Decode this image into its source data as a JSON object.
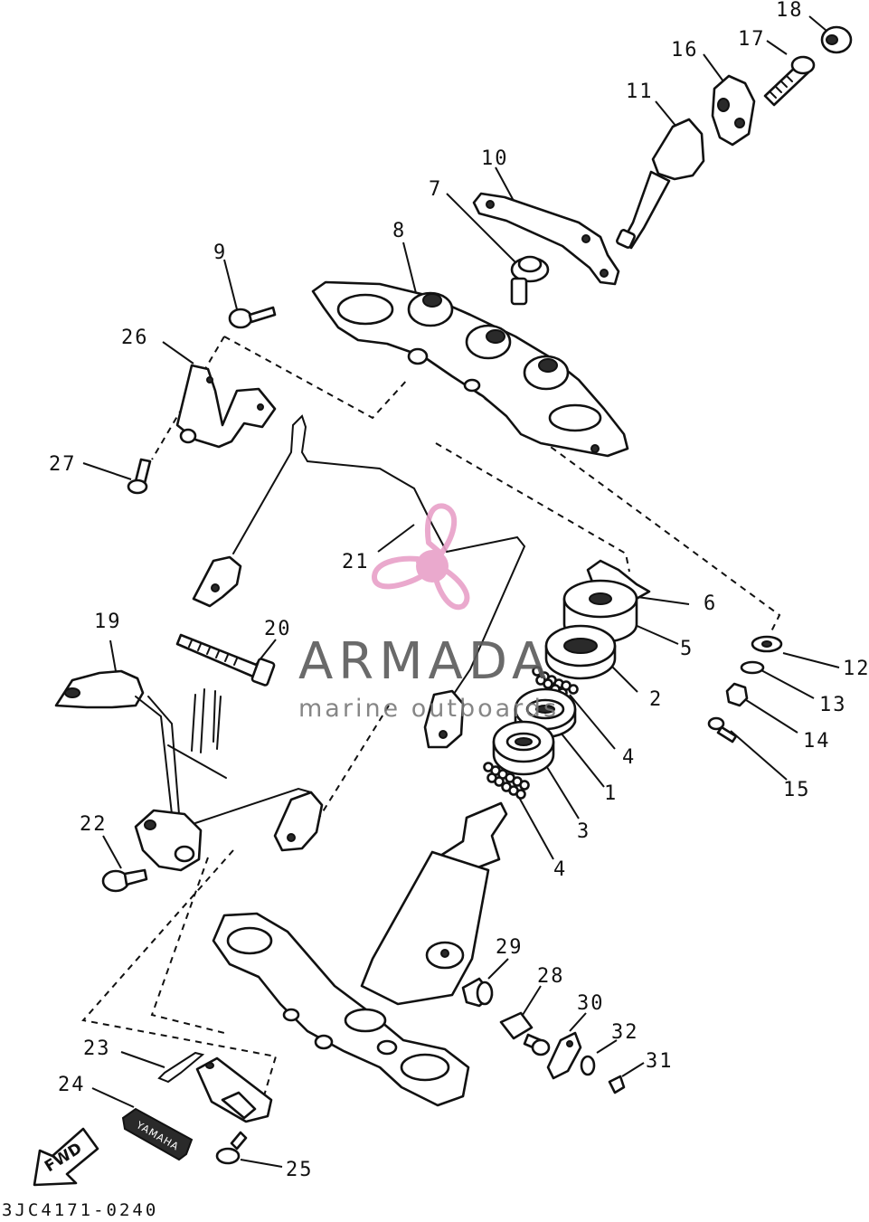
{
  "diagram_code": "3JC4171-0240",
  "watermark": {
    "brand": "ARMADA",
    "tagline": "marine outboards",
    "color": "#e8a0c8"
  },
  "fwd_label": "FWD",
  "name_plate_text": "YAMAHA",
  "callouts": [
    {
      "id": "c18",
      "text": "18"
    },
    {
      "id": "c17",
      "text": "17"
    },
    {
      "id": "c16",
      "text": "16"
    },
    {
      "id": "c11",
      "text": "11"
    },
    {
      "id": "c10",
      "text": "10"
    },
    {
      "id": "c7",
      "text": "7"
    },
    {
      "id": "c8",
      "text": "8"
    },
    {
      "id": "c9",
      "text": "9"
    },
    {
      "id": "c26",
      "text": "26"
    },
    {
      "id": "c27",
      "text": "27"
    },
    {
      "id": "c21",
      "text": "21"
    },
    {
      "id": "c6",
      "text": "6"
    },
    {
      "id": "c5",
      "text": "5"
    },
    {
      "id": "c12",
      "text": "12"
    },
    {
      "id": "c2",
      "text": "2"
    },
    {
      "id": "c13",
      "text": "13"
    },
    {
      "id": "c4a",
      "text": "4"
    },
    {
      "id": "c14",
      "text": "14"
    },
    {
      "id": "c1",
      "text": "1"
    },
    {
      "id": "c15",
      "text": "15"
    },
    {
      "id": "c3",
      "text": "3"
    },
    {
      "id": "c4b",
      "text": "4"
    },
    {
      "id": "c19",
      "text": "19"
    },
    {
      "id": "c20",
      "text": "20"
    },
    {
      "id": "c22",
      "text": "22"
    },
    {
      "id": "c29",
      "text": "29"
    },
    {
      "id": "c28",
      "text": "28"
    },
    {
      "id": "c30",
      "text": "30"
    },
    {
      "id": "c32",
      "text": "32"
    },
    {
      "id": "c31",
      "text": "31"
    },
    {
      "id": "c23",
      "text": "23"
    },
    {
      "id": "c24",
      "text": "24"
    },
    {
      "id": "c25",
      "text": "25"
    }
  ]
}
